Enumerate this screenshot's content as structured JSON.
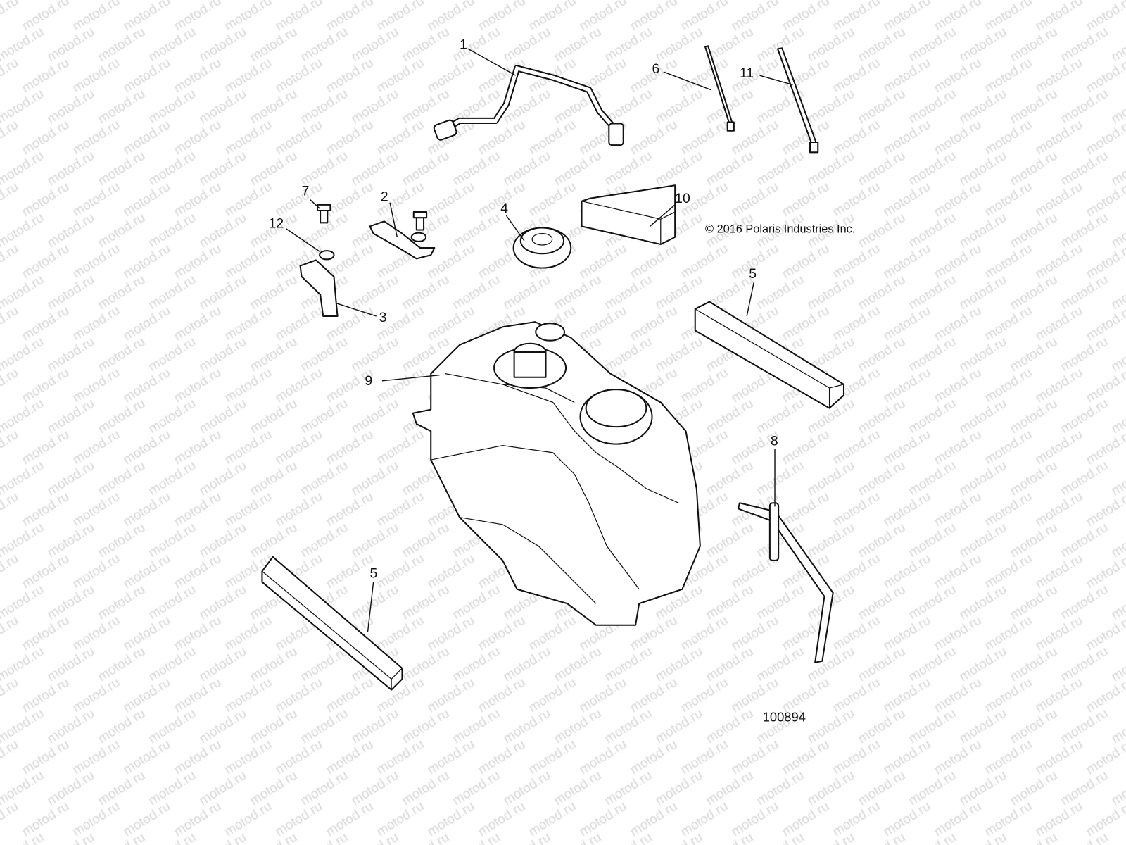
{
  "watermark": "motod.ru",
  "copyright": "© 2016 Polaris Industries Inc.",
  "diagram_id": "100894",
  "callouts": [
    {
      "id": "c1",
      "label": "1",
      "part": "vent-hose"
    },
    {
      "id": "c2",
      "label": "2",
      "part": "bracket-upper"
    },
    {
      "id": "c3",
      "label": "3",
      "part": "bracket-lower"
    },
    {
      "id": "c4",
      "label": "4",
      "part": "fuel-cap"
    },
    {
      "id": "c5a",
      "label": "5",
      "part": "foam-pad-right"
    },
    {
      "id": "c5b",
      "label": "5",
      "part": "foam-pad-left"
    },
    {
      "id": "c6",
      "label": "6",
      "part": "cable-tie-short"
    },
    {
      "id": "c7",
      "label": "7",
      "part": "bolt"
    },
    {
      "id": "c8",
      "label": "8",
      "part": "strap"
    },
    {
      "id": "c9",
      "label": "9",
      "part": "fuel-tank"
    },
    {
      "id": "c10",
      "label": "10",
      "part": "foam-pad-small"
    },
    {
      "id": "c11",
      "label": "11",
      "part": "cable-tie-long"
    },
    {
      "id": "c12",
      "label": "12",
      "part": "washer"
    }
  ]
}
